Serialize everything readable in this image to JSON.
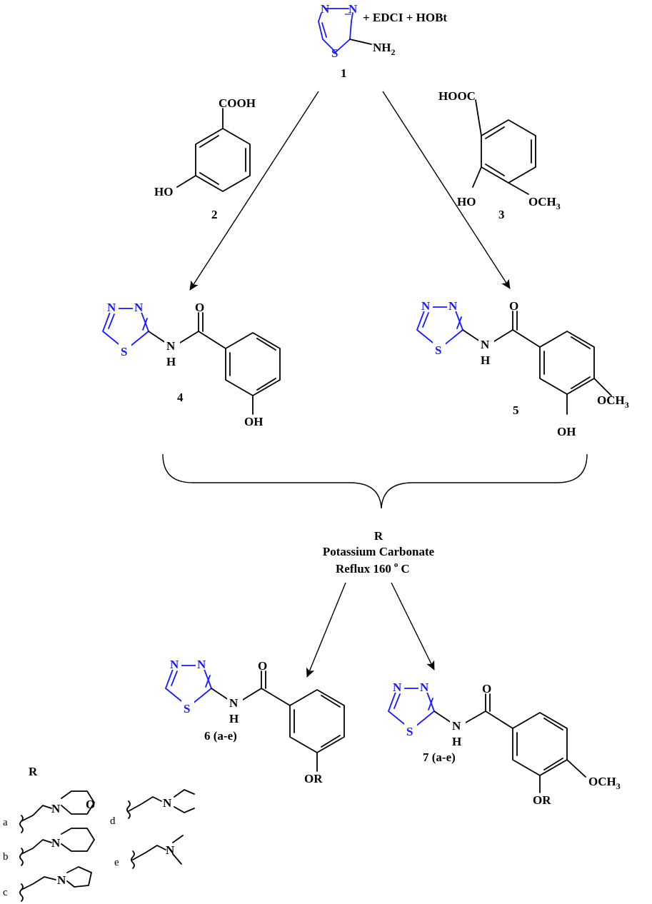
{
  "reagents": {
    "top": "+ EDCI + HOBt"
  },
  "atoms": {
    "N": "N",
    "S": "S",
    "O": "O",
    "H": "H",
    "NH2": "NH",
    "NH2_sub": "2",
    "COOH": "COOH",
    "HOOC": "HOOC",
    "HO": "HO",
    "OH": "OH",
    "OR": "OR",
    "OCH3": "OCH",
    "OCH3_sub": "3"
  },
  "compounds": {
    "c1": "1",
    "c2": "2",
    "c3": "3",
    "c4": "4",
    "c5": "5",
    "c6": "6 (a-e)",
    "c7": "7 (a-e)"
  },
  "conditions": {
    "r": "R",
    "base": "Potassium Carbonate",
    "reflux": "Reflux 160",
    "deg": "o",
    "unit": "C"
  },
  "legend": {
    "title": "R",
    "items": [
      {
        "key": "a",
        "ring": "morpholine"
      },
      {
        "key": "b",
        "ring": "piperidine"
      },
      {
        "key": "c",
        "ring": "pyrrolidine"
      },
      {
        "key": "d",
        "ring": "diethylamine"
      },
      {
        "key": "e",
        "ring": "dimethylamine"
      }
    ]
  },
  "colors": {
    "heteroatom": "#1a1aff",
    "bond": "#000000",
    "background": "#ffffff"
  }
}
